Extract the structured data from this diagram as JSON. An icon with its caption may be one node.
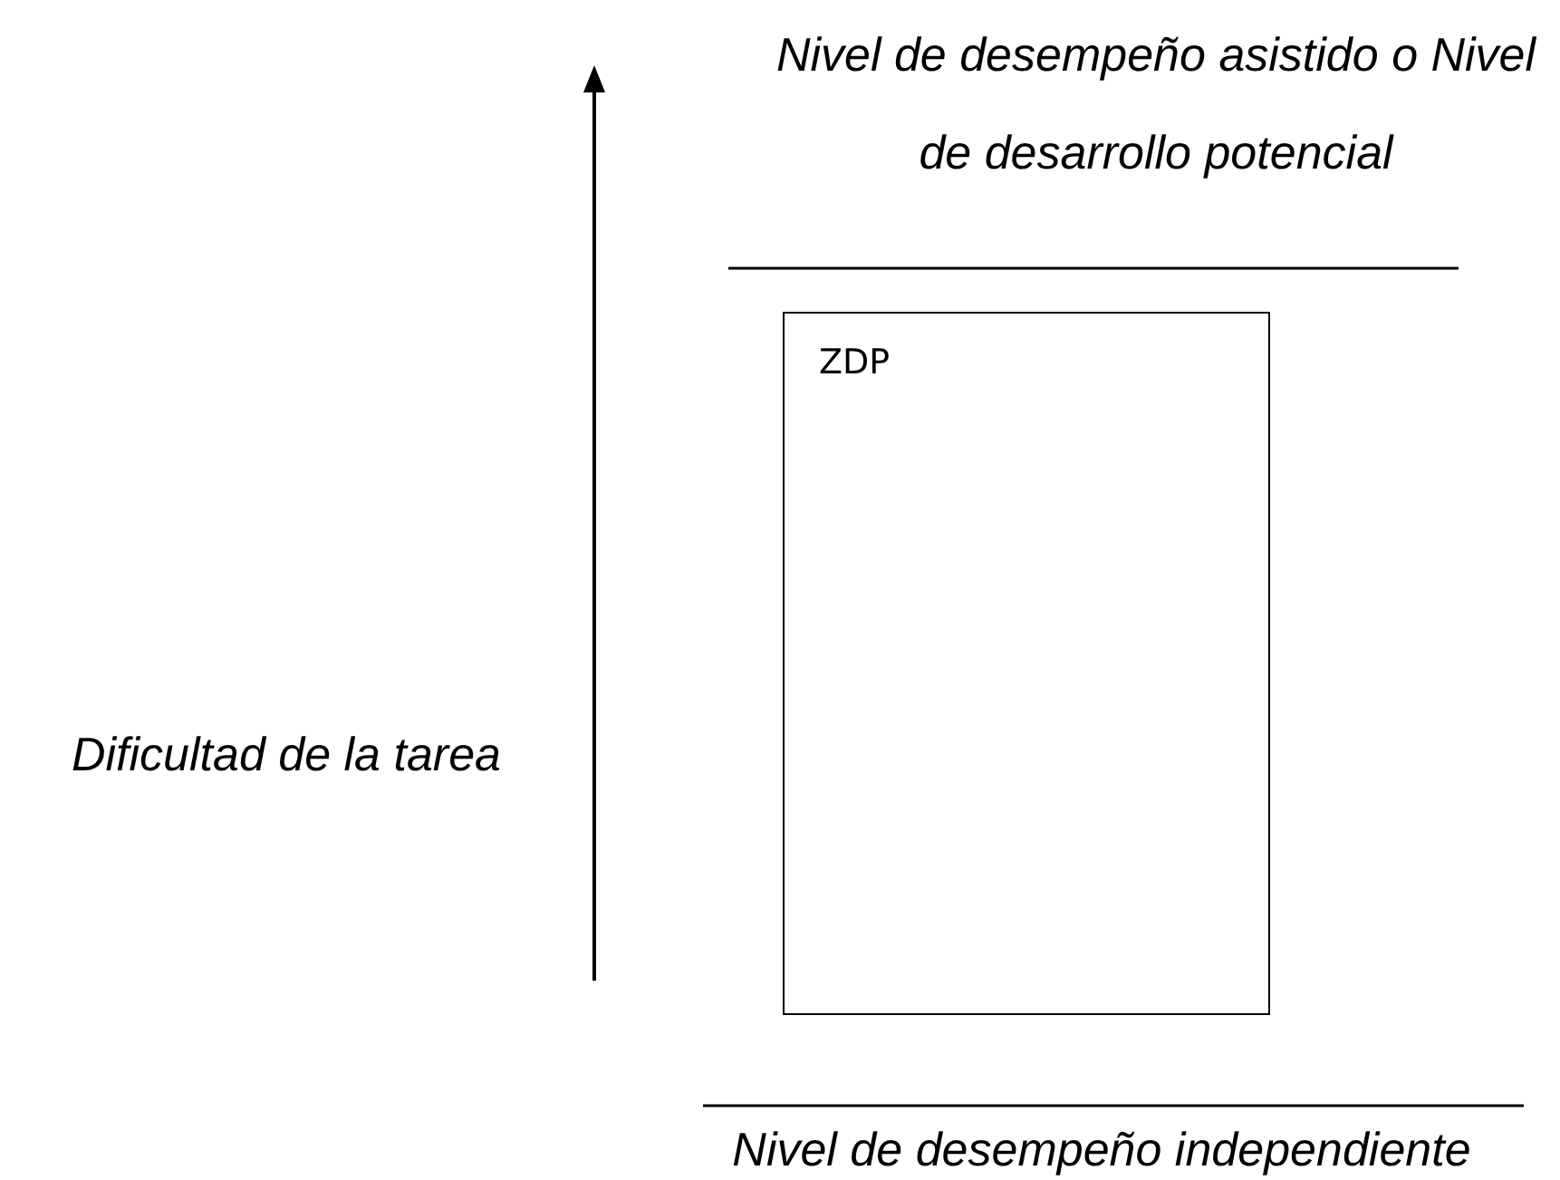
{
  "diagram": {
    "nodes": [
      {
        "text": [
          "ZDP"
        ]
      }
    ],
    "labels": [
      "Nivel de desempeño asistido o Nivel de desarrollo potencial",
      "Dificultad de la tarea",
      "Nivel de desempeño independiente"
    ]
  }
}
